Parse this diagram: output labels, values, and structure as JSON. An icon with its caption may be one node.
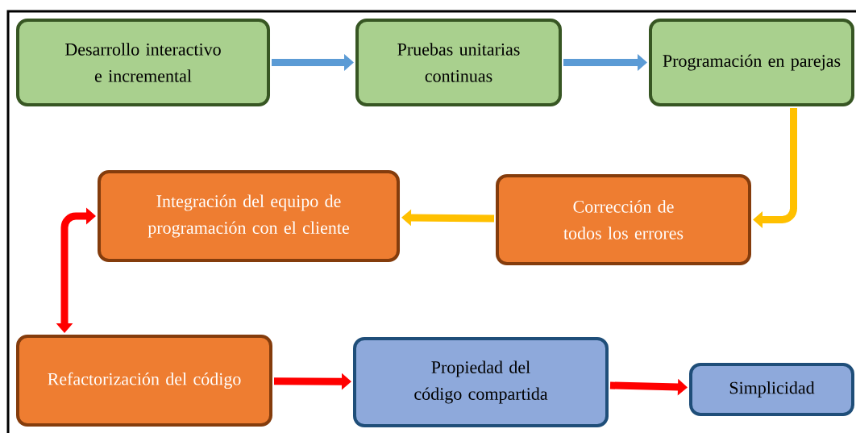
{
  "diagram": {
    "nodes": [
      {
        "text": [
          "Desarrollo interactivo e incremental"
        ]
      },
      {
        "text": [
          "Pruebas unitarias continuas"
        ]
      },
      {
        "text": [
          "Programación en parejas"
        ]
      },
      {
        "text": [
          "Corrección de todos los errores"
        ]
      },
      {
        "text": [
          "Integración del equipo de programación con el cliente"
        ]
      },
      {
        "text": [
          "Refactorización del código"
        ]
      },
      {
        "text": [
          "Propiedad del código compartida"
        ]
      },
      {
        "text": [
          "Simplicidad"
        ]
      }
    ],
    "edges": [
      {
        "from": 0,
        "to": 1,
        "arrow": "to",
        "color": "#5b9bd5"
      },
      {
        "from": 1,
        "to": 2,
        "arrow": "to",
        "color": "#5b9bd5"
      },
      {
        "from": 2,
        "to": 3,
        "arrow": "to",
        "color": "#ffc000"
      },
      {
        "from": 3,
        "to": 4,
        "arrow": "to",
        "color": "#ffc000"
      },
      {
        "from": 4,
        "to": 5,
        "arrow": "both",
        "color": "#ff0000"
      },
      {
        "from": 5,
        "to": 6,
        "arrow": "to",
        "color": "#ff0000"
      },
      {
        "from": 6,
        "to": 7,
        "arrow": "to",
        "color": "#ff0000"
      }
    ]
  }
}
